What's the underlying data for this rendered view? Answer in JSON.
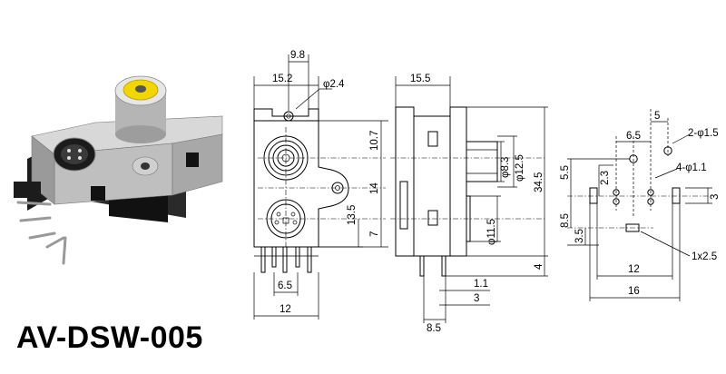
{
  "title": "AV-DSW-005",
  "colors": {
    "rca_insert": "#f2d600",
    "chrome": "#c9c9c9",
    "plastic": "#222222"
  },
  "views": {
    "front": {
      "dims": {
        "d9_8": "9.8",
        "d15_2": "15.2",
        "phi2_4": "φ2.4",
        "d10_7": "10.7",
        "d14": "14",
        "d13_5": "13.5",
        "d7": "7",
        "d6_5": "6.5",
        "d12": "12"
      }
    },
    "side": {
      "dims": {
        "d15_5": "15.5",
        "phi8_3": "φ8.3",
        "phi12_5": "φ12.5",
        "d34_5": "34.5",
        "phi11_5": "φ11.5",
        "d4": "4",
        "d1_1": "1.1",
        "d3": "3",
        "d8_5": "8.5"
      }
    },
    "pcb": {
      "dims": {
        "d5": "5",
        "phi2_1_5": "2-φ1.5",
        "d6_5": "6.5",
        "phi4_1_1": "4-φ1.1",
        "d5_5": "5.5",
        "d2_3": "2.3",
        "d3": "3",
        "d8_5": "8.5",
        "d3_5": "3.5",
        "slot": "1x2.5",
        "d12": "12",
        "d16": "16"
      }
    }
  }
}
